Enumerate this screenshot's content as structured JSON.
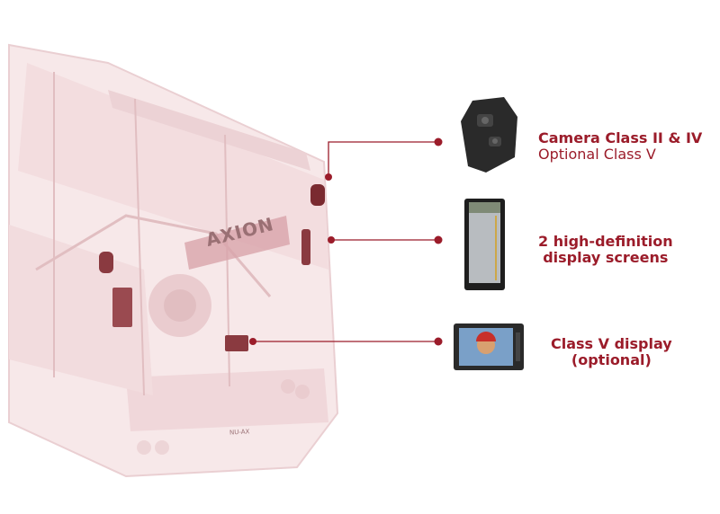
{
  "brand": {
    "logo_text": "AXION",
    "plate_text": "NU-AX"
  },
  "colors": {
    "accent": "#9b1c2a",
    "bus_tint": "#c98a90"
  },
  "callouts": [
    {
      "line1": "Camera Class II & IV",
      "line2": "Optional Class V",
      "product_icon": "camera-icon"
    },
    {
      "line1": "2 high-definition",
      "line2": "display screens",
      "product_icon": "vertical-display-icon"
    },
    {
      "line1": "Class V display",
      "line2": "(optional)",
      "product_icon": "monitor-icon"
    }
  ]
}
